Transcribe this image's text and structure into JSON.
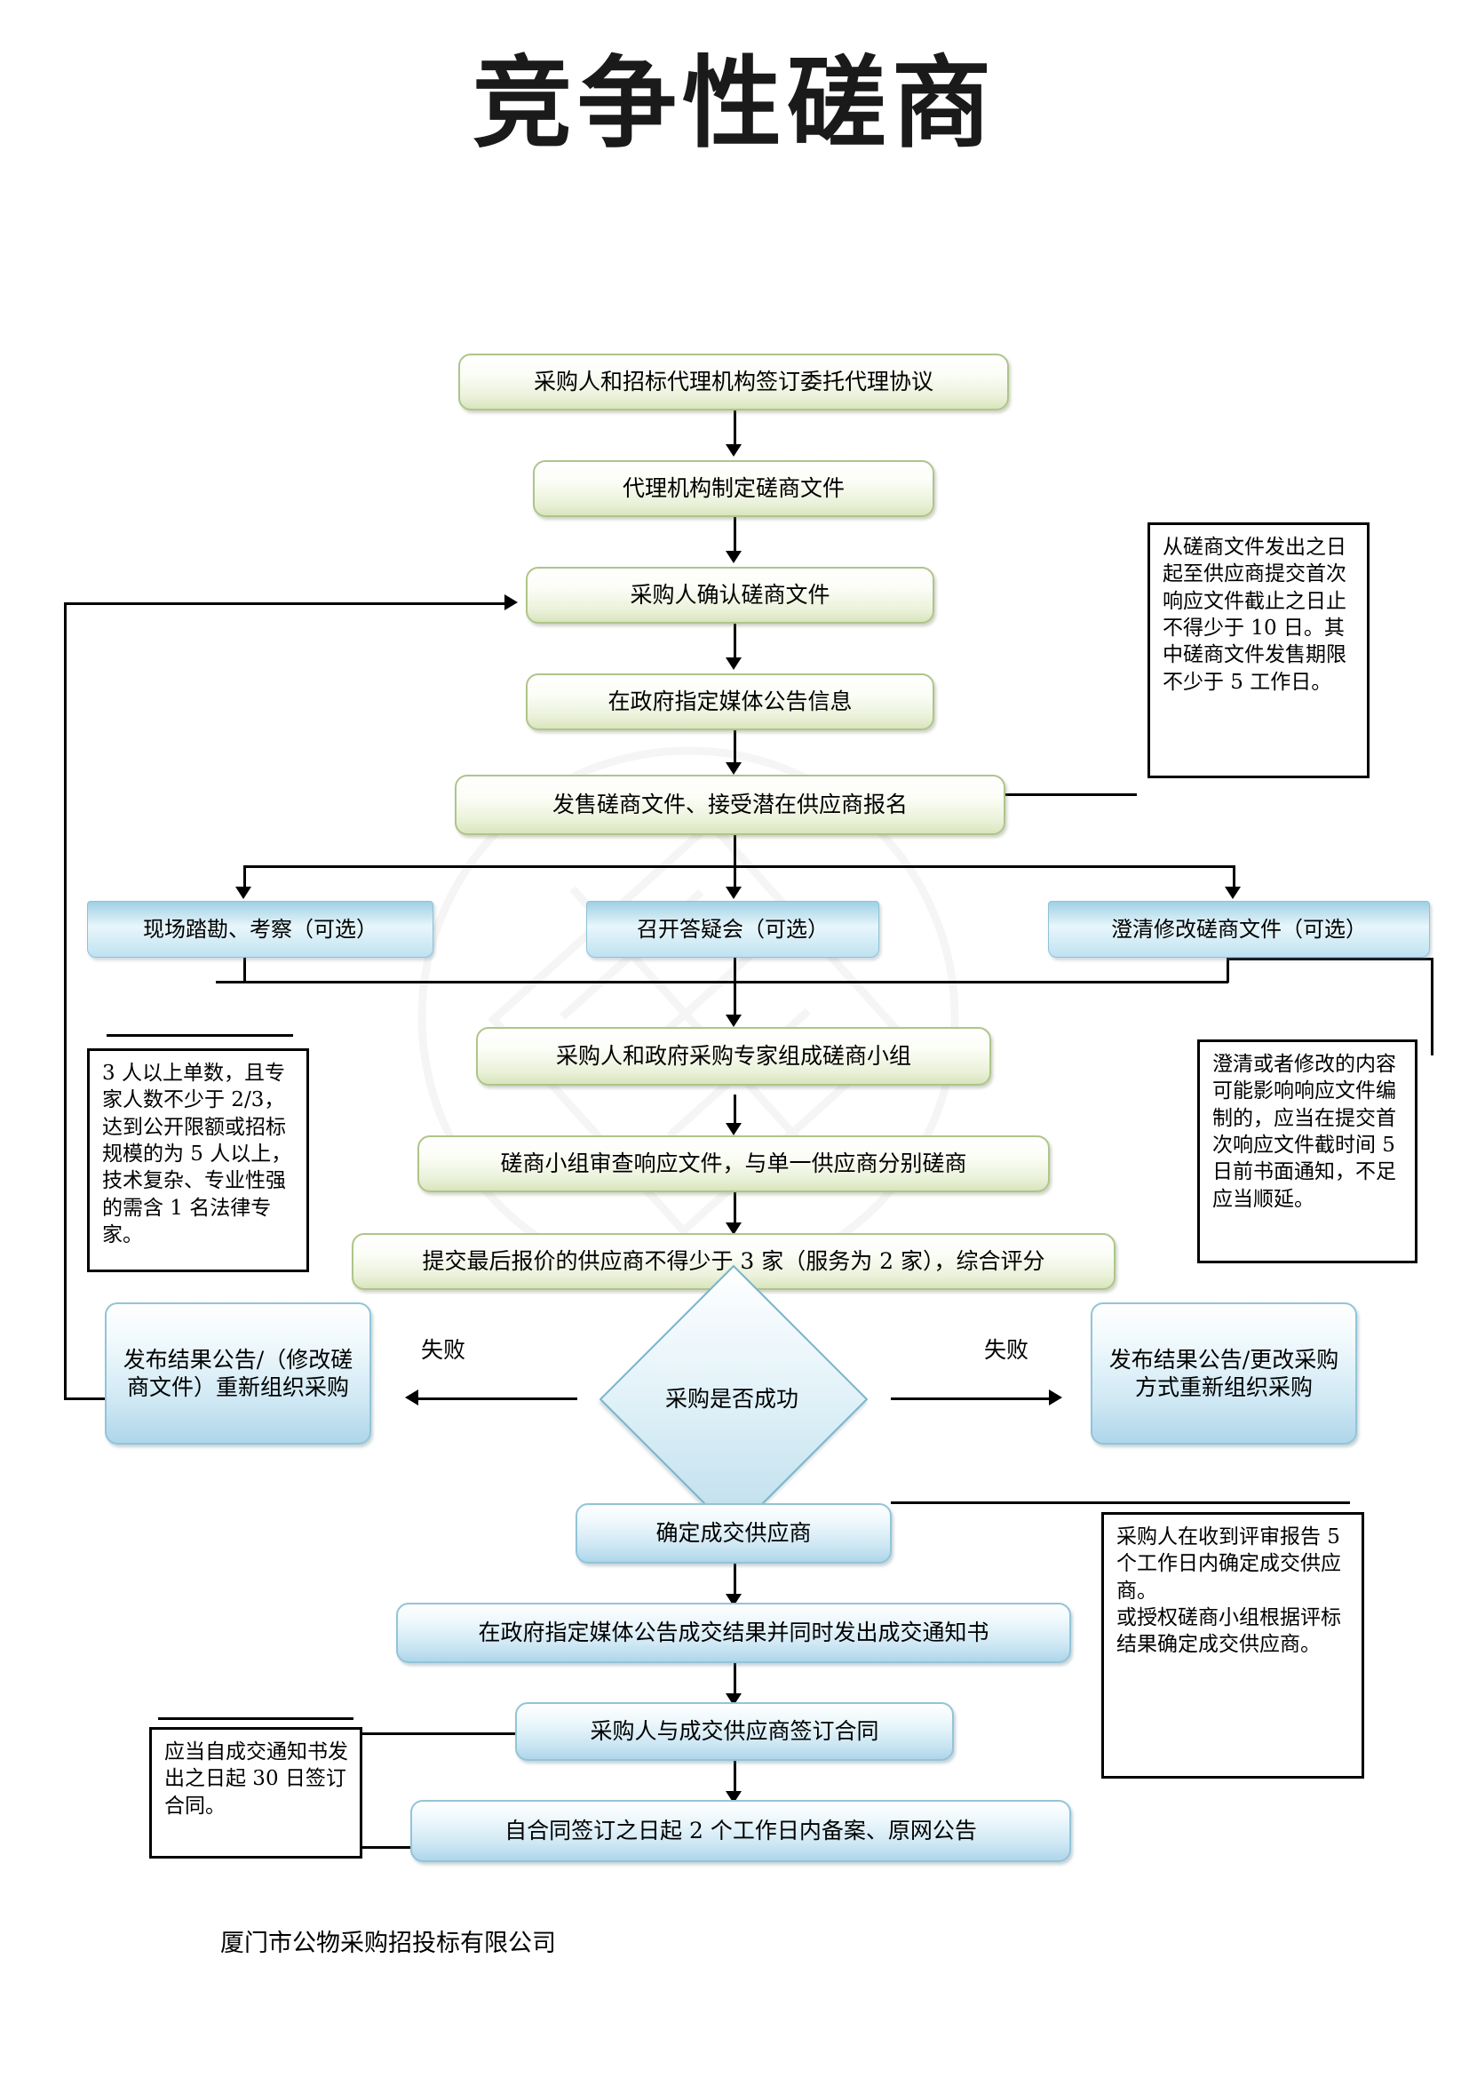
{
  "title": "竞争性磋商",
  "footer": "厦门市公物采购招投标有限公司",
  "colors": {
    "green_border": "#aec58a",
    "blue_border": "#92c4d8",
    "diamond_border": "#79b4cc",
    "note_border": "#000000",
    "text": "#000000"
  },
  "nodes": {
    "n1": "采购人和招标代理机构签订委托代理协议",
    "n2": "代理机构制定磋商文件",
    "n3": "采购人确认磋商文件",
    "n4": "在政府指定媒体公告信息",
    "n5": "发售磋商文件、接受潜在供应商报名",
    "opt1": "现场踏勘、考察（可选）",
    "opt2": "召开答疑会（可选）",
    "opt3": "澄清修改磋商文件（可选）",
    "n6": "采购人和政府采购专家组成磋商小组",
    "n7": "磋商小组审查响应文件，与单一供应商分别磋商",
    "n8": "提交最后报价的供应商不得少于 3 家（服务为 2 家），综合评分",
    "decision": "采购是否成功",
    "fail_left": "发布结果公告/（修改磋商文件）重新组织采购",
    "fail_right": "发布结果公告/更改采购方式重新组织采购",
    "n9": "确定成交供应商",
    "n10": "在政府指定媒体公告成交结果并同时发出成交通知书",
    "n11": "采购人与成交供应商签订合同",
    "n12": "自合同签订之日起 2 个工作日内备案、原网公告"
  },
  "edge_labels": {
    "fail_left": "失败",
    "fail_right": "失败"
  },
  "notes": {
    "note_top_right": "从磋商文件发出之日起至供应商提交首次响应文件截止之日止不得少于 10 日。其中磋商文件发售期限不少于 5 工作日。",
    "note_left_experts": "3 人以上单数，且专家人数不少于 2/3，达到公开限额或招标规模的为 5 人以上，技术复杂、专业性强的需含 1 名法律专家。",
    "note_right_clarify": "澄清或者修改的内容可能影响响应文件编制的，应当在提交首次响应文件截时间 5 日前书面通知，不足应当顺延。",
    "note_right_award": "采购人在收到评审报告 5 个工作日内确定成交供应商。\n或授权磋商小组根据评标结果确定成交供应商。",
    "note_left_contract": "应当自成交通知书发出之日起 30 日签订合同。"
  },
  "watermark_text": "厦门市公物采购招投标有限公司"
}
